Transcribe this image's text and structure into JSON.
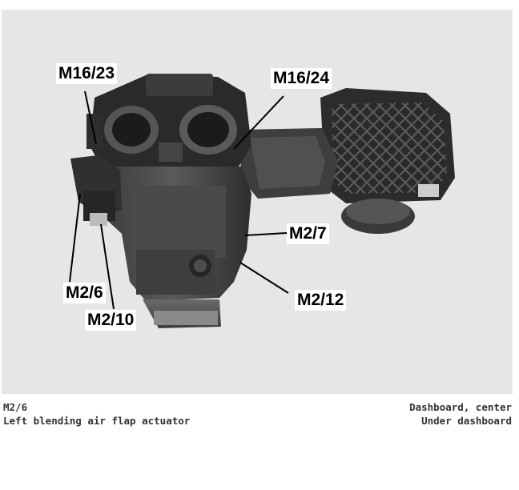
{
  "figure": {
    "callouts": {
      "m16_23": "M16/23",
      "m16_24": "M16/24",
      "m2_7": "M2/7",
      "m2_6": "M2/6",
      "m2_12": "M2/12",
      "m2_10": "M2/10"
    }
  },
  "caption": {
    "component_code": "M2/6",
    "component_name": "Left blending air flap actuator",
    "location_primary": "Dashboard, center",
    "location_secondary": "Under dashboard"
  }
}
